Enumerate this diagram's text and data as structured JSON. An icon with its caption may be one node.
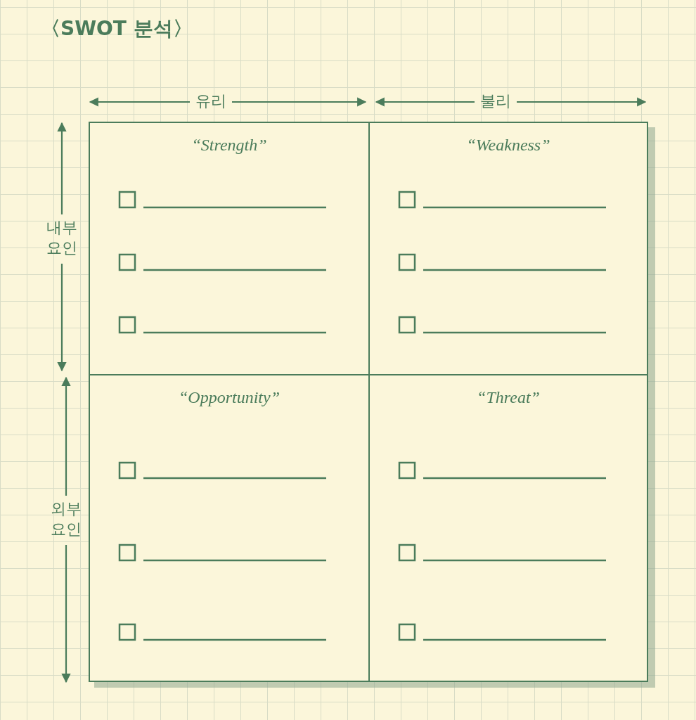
{
  "diagram": {
    "title": "〈SWOT 분석〉",
    "nodes": [
      {
        "text": [
          "“Strength”"
        ]
      },
      {
        "text": [
          "“Weakness”"
        ]
      },
      {
        "text": [
          "“Opportunity”"
        ]
      },
      {
        "text": [
          "“Threat”"
        ]
      }
    ],
    "edges": [],
    "labels": [
      "유리",
      "불리",
      "내부 요인",
      "외부 요인"
    ]
  }
}
